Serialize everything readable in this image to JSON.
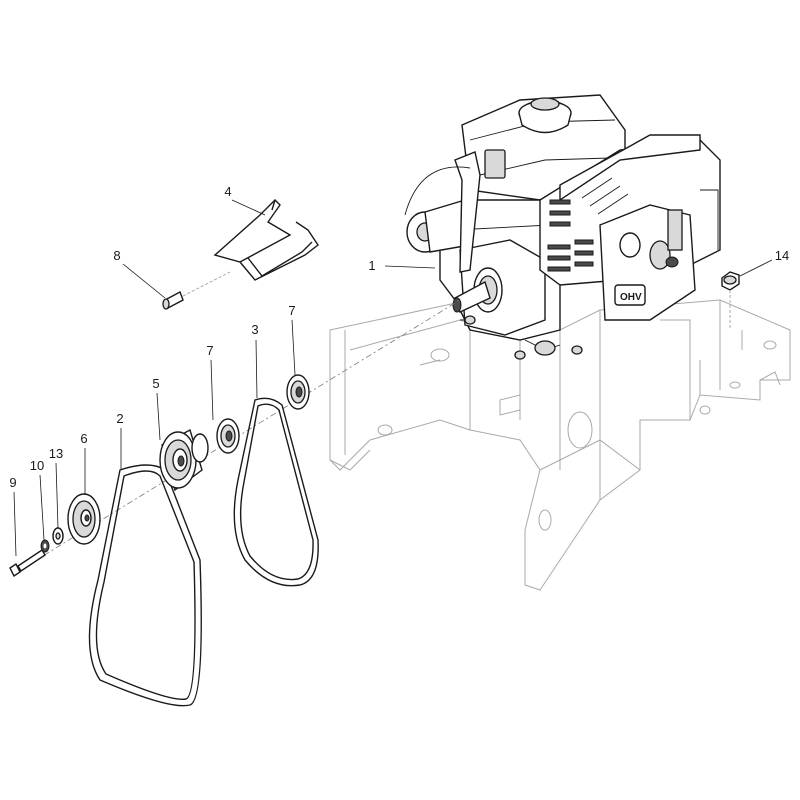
{
  "callouts": {
    "c1": "1",
    "c2": "2",
    "c3": "3",
    "c4": "4",
    "c5": "5",
    "c6": "6",
    "c7a": "7",
    "c7b": "7",
    "c8": "8",
    "c9": "9",
    "c10": "10",
    "c13": "13",
    "c14": "14"
  },
  "engine_badge": "OHV"
}
